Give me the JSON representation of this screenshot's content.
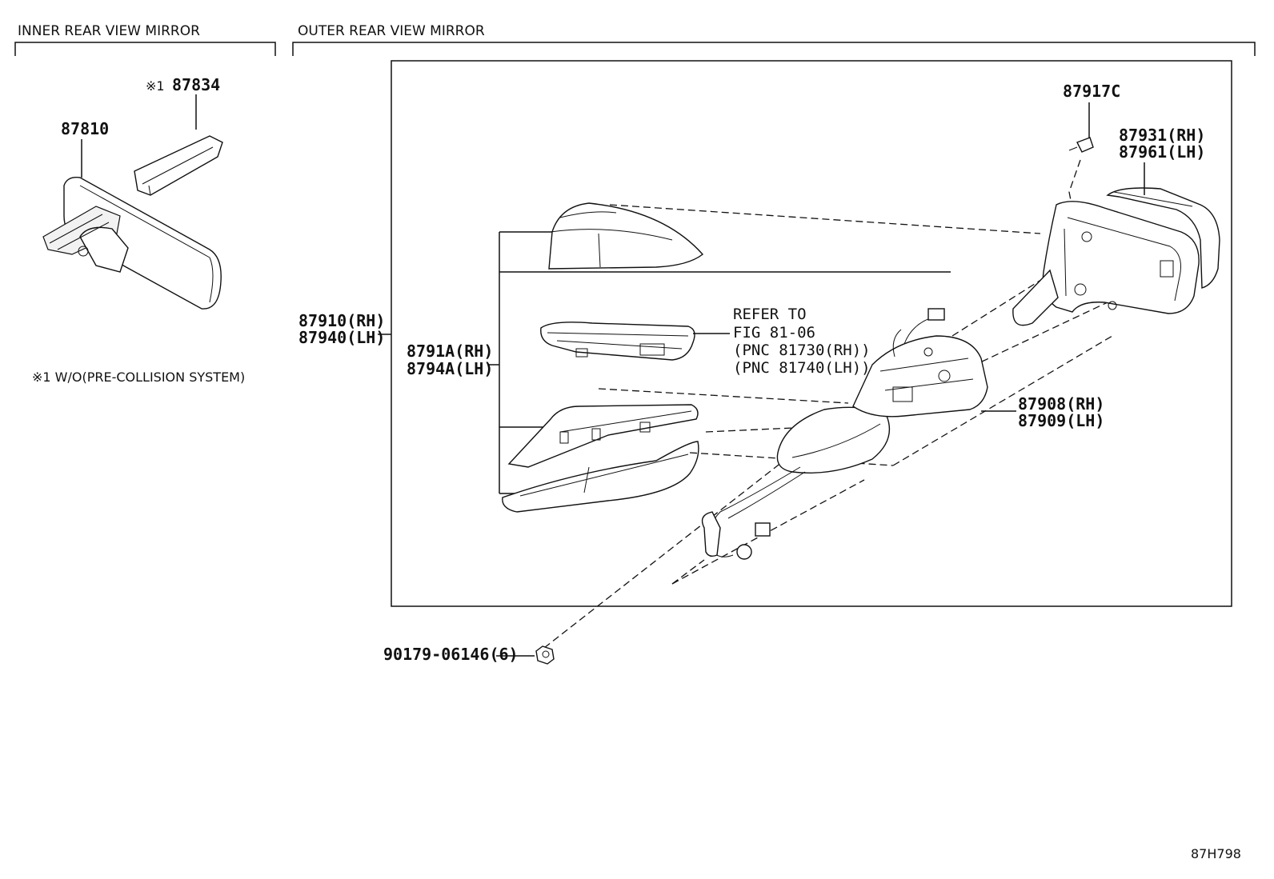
{
  "sections": {
    "inner_title": "INNER REAR VIEW MIRROR",
    "outer_title": "OUTER REAR VIEW MIRROR"
  },
  "inner": {
    "part_87834_prefix": "※1",
    "part_87834": "87834",
    "part_87810": "87810",
    "footnote": "※1 W/O(PRE-COLLISION SYSTEM)"
  },
  "outer": {
    "part_87917c": "87917C",
    "part_87931": "87931(RH)",
    "part_87961": "87961(LH)",
    "part_87910": "87910(RH)",
    "part_87940": "87940(LH)",
    "part_8791a": "8791A(RH)",
    "part_8794a": "8794A(LH)",
    "refer_line1": "REFER TO",
    "refer_line2": "FIG 81-06",
    "refer_line3": "(PNC 81730(RH))",
    "refer_line4": "(PNC 81740(LH))",
    "part_87908": "87908(RH)",
    "part_87909": "87909(LH)",
    "part_90179": "90179-06146(6)"
  },
  "diagram_id": "87H798"
}
